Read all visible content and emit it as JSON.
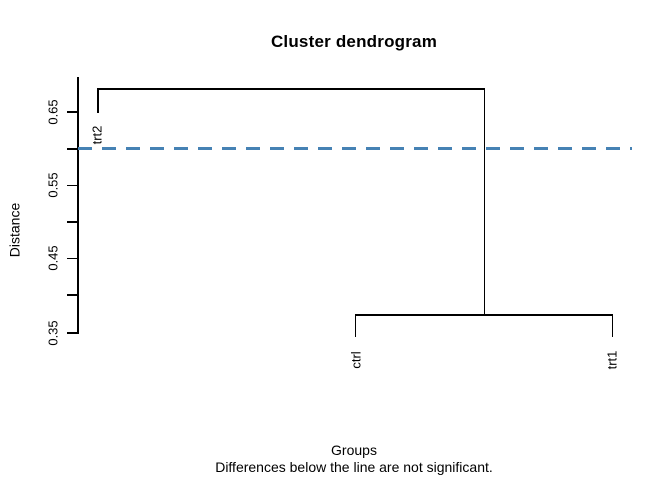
{
  "chart_data": {
    "type": "dendrogram",
    "title": "Cluster dendrogram",
    "ylabel": "Distance",
    "xlabel": "Groups",
    "subtitle": "Differences below the line are not significant.",
    "leaves": [
      "trt2",
      "ctrl",
      "trt1"
    ],
    "leaf_heights": [
      0.65,
      0.345,
      0.345
    ],
    "merges": [
      {
        "members": [
          "ctrl",
          "trt1"
        ],
        "height": 0.37
      },
      {
        "members": [
          "trt2",
          "ctrl+trt1"
        ],
        "height": 0.68
      }
    ],
    "threshold_line": {
      "value": 0.6,
      "color": "#4682B4",
      "style": "dashed",
      "line_width": 3
    },
    "y_axis": {
      "tick_labels_top_to_bottom": [
        "0.65",
        "0.55",
        "0.45",
        "0.35"
      ],
      "all_tick_values": [
        0.35,
        0.4,
        0.45,
        0.5,
        0.55,
        0.6,
        0.65
      ],
      "range": [
        0.34,
        0.7
      ]
    },
    "grid": false,
    "legend": null,
    "colors": {
      "lines": "#000000",
      "text": "#000000",
      "threshold": "#4682B4",
      "background": "#ffffff"
    }
  }
}
